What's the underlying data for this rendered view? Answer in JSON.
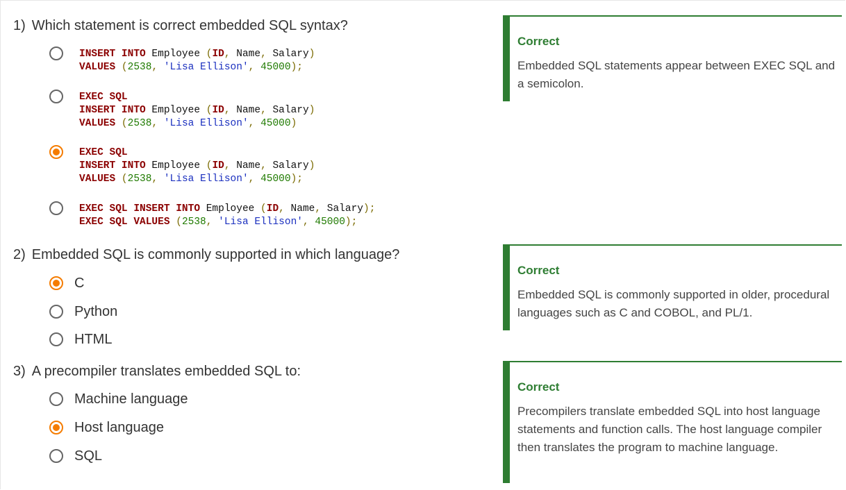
{
  "questions": [
    {
      "number": "1)",
      "prompt": "Which statement is correct embedded SQL syntax?",
      "options": [
        {
          "checked": false,
          "lines": [
            [
              [
                "kw",
                "INSERT INTO"
              ],
              [
                "id",
                " Employee "
              ],
              [
                "pu",
                "("
              ],
              [
                "kw",
                "ID"
              ],
              [
                "pu",
                ","
              ],
              [
                "id",
                " Name"
              ],
              [
                "pu",
                ","
              ],
              [
                "id",
                " Salary"
              ],
              [
                "pu",
                ")"
              ]
            ],
            [
              [
                "kw",
                "VALUES"
              ],
              [
                "id",
                " "
              ],
              [
                "pu",
                "("
              ],
              [
                "nm",
                "2538"
              ],
              [
                "pu",
                ","
              ],
              [
                "id",
                " "
              ],
              [
                "st",
                "'Lisa Ellison'"
              ],
              [
                "pu",
                ","
              ],
              [
                "id",
                " "
              ],
              [
                "nm",
                "45000"
              ],
              [
                "pu",
                ");"
              ]
            ]
          ]
        },
        {
          "checked": false,
          "lines": [
            [
              [
                "kw",
                "EXEC SQL"
              ]
            ],
            [
              [
                "kw",
                "INSERT INTO"
              ],
              [
                "id",
                " Employee "
              ],
              [
                "pu",
                "("
              ],
              [
                "kw",
                "ID"
              ],
              [
                "pu",
                ","
              ],
              [
                "id",
                " Name"
              ],
              [
                "pu",
                ","
              ],
              [
                "id",
                " Salary"
              ],
              [
                "pu",
                ")"
              ]
            ],
            [
              [
                "kw",
                "VALUES"
              ],
              [
                "id",
                " "
              ],
              [
                "pu",
                "("
              ],
              [
                "nm",
                "2538"
              ],
              [
                "pu",
                ","
              ],
              [
                "id",
                " "
              ],
              [
                "st",
                "'Lisa Ellison'"
              ],
              [
                "pu",
                ","
              ],
              [
                "id",
                " "
              ],
              [
                "nm",
                "45000"
              ],
              [
                "pu",
                ")"
              ]
            ]
          ]
        },
        {
          "checked": true,
          "lines": [
            [
              [
                "kw",
                "EXEC SQL"
              ]
            ],
            [
              [
                "kw",
                "INSERT INTO"
              ],
              [
                "id",
                " Employee "
              ],
              [
                "pu",
                "("
              ],
              [
                "kw",
                "ID"
              ],
              [
                "pu",
                ","
              ],
              [
                "id",
                " Name"
              ],
              [
                "pu",
                ","
              ],
              [
                "id",
                " Salary"
              ],
              [
                "pu",
                ")"
              ]
            ],
            [
              [
                "kw",
                "VALUES"
              ],
              [
                "id",
                " "
              ],
              [
                "pu",
                "("
              ],
              [
                "nm",
                "2538"
              ],
              [
                "pu",
                ","
              ],
              [
                "id",
                " "
              ],
              [
                "st",
                "'Lisa Ellison'"
              ],
              [
                "pu",
                ","
              ],
              [
                "id",
                " "
              ],
              [
                "nm",
                "45000"
              ],
              [
                "pu",
                ");"
              ]
            ]
          ]
        },
        {
          "checked": false,
          "lines": [
            [
              [
                "kw",
                "EXEC SQL INSERT INTO"
              ],
              [
                "id",
                " Employee "
              ],
              [
                "pu",
                "("
              ],
              [
                "kw",
                "ID"
              ],
              [
                "pu",
                ","
              ],
              [
                "id",
                " Name"
              ],
              [
                "pu",
                ","
              ],
              [
                "id",
                " Salary"
              ],
              [
                "pu",
                ");"
              ]
            ],
            [
              [
                "kw",
                "EXEC SQL VALUES"
              ],
              [
                "id",
                " "
              ],
              [
                "pu",
                "("
              ],
              [
                "nm",
                "2538"
              ],
              [
                "pu",
                ","
              ],
              [
                "id",
                " "
              ],
              [
                "st",
                "'Lisa Ellison'"
              ],
              [
                "pu",
                ","
              ],
              [
                "id",
                " "
              ],
              [
                "nm",
                "45000"
              ],
              [
                "pu",
                ");"
              ]
            ]
          ]
        }
      ],
      "feedback": {
        "heading": "Correct",
        "text": "Embedded SQL statements appear between EXEC SQL and a semicolon."
      }
    },
    {
      "number": "2)",
      "prompt": "Embedded SQL is commonly supported in which language?",
      "options": [
        {
          "label": "C",
          "checked": true
        },
        {
          "label": "Python",
          "checked": false
        },
        {
          "label": "HTML",
          "checked": false
        }
      ],
      "feedback": {
        "heading": "Correct",
        "text": "Embedded SQL is commonly supported in older, procedural languages such as C and COBOL, and PL/1."
      }
    },
    {
      "number": "3)",
      "prompt": "A precompiler translates embedded SQL to:",
      "options": [
        {
          "label": "Machine language",
          "checked": false
        },
        {
          "label": "Host language",
          "checked": true
        },
        {
          "label": "SQL",
          "checked": false
        }
      ],
      "feedback": {
        "heading": "Correct",
        "text": "Precompilers translate embedded SQL into host language statements and function calls. The host language compiler then translates the program to machine language."
      }
    }
  ],
  "colors": {
    "accent_radio": "#f57c00",
    "correct_green": "#2e7d32"
  }
}
